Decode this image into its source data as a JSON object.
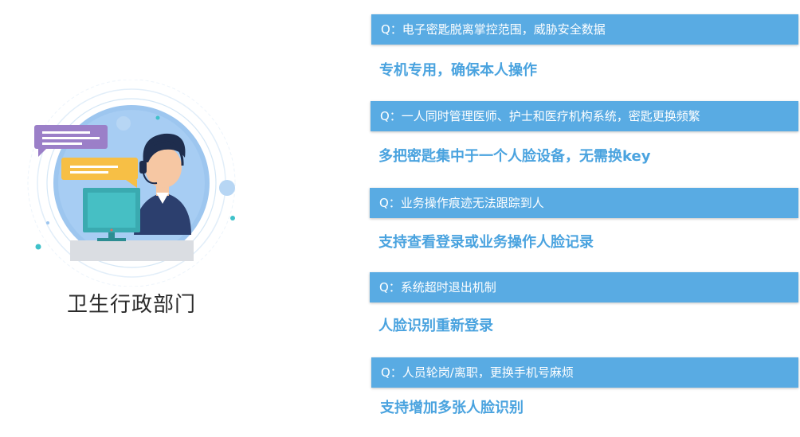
{
  "department": {
    "title": "卫生行政部门"
  },
  "qa_items": [
    {
      "question": "Q：电子密匙脱离掌控范围，威胁安全数据",
      "answer": "专机专用，确保本人操作"
    },
    {
      "question": "Q：一人同时管理医师、护士和医疗机构系统，密匙更换频繁",
      "answer": "多把密匙集中于一个人脸设备，无需换key"
    },
    {
      "question": "Q：业务操作痕迹无法跟踪到人",
      "answer": "支持查看登录或业务操作人脸记录"
    },
    {
      "question": "Q：系统超时退出机制",
      "answer": "人脸识别重新登录"
    },
    {
      "question": "Q：人员轮岗/离职，更换手机号麻烦",
      "answer": "支持增加多张人脸识别"
    }
  ],
  "colors": {
    "question_bar": "#59abe3",
    "answer_text": "#4aa3df"
  }
}
